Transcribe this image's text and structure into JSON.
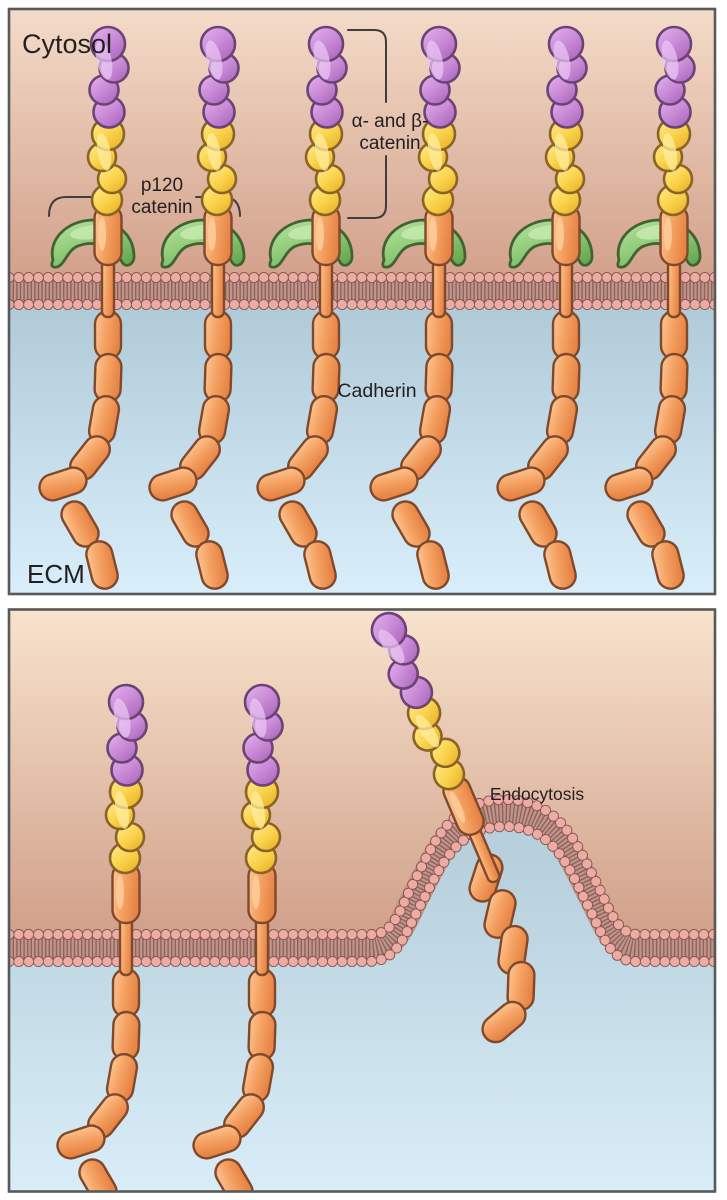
{
  "figure": {
    "top_panel": {
      "cytosol_label": "Cytosol",
      "ecm_label": "ECM",
      "p120_label_line1": "p120",
      "p120_label_line2": "catenin",
      "alpha_beta_label_line1": "α- and β-",
      "alpha_beta_label_line2": "catenin",
      "cadherin_label": "Cadherin"
    },
    "bottom_panel": {
      "endocytosis_label": "Endocytosis"
    }
  },
  "palette": {
    "cytosol_top": "#f3dbc8",
    "cytosol_bottom": "#d19e88",
    "ecm_top": "#aec8d6",
    "ecm_bottom": "#d9eefb",
    "membrane_head": "#edaba4",
    "membrane_head_outline": "#7f574f",
    "membrane_tails": "#73504a",
    "membrane_band": "#c3948a",
    "cadherin_orange": "#f5a263",
    "catenin_yellow": "#fbd44d",
    "catenin_purple": "#c98ad6",
    "p120_green": "#8fcb77",
    "panel_border": "#58595b",
    "text": "#231f20"
  }
}
